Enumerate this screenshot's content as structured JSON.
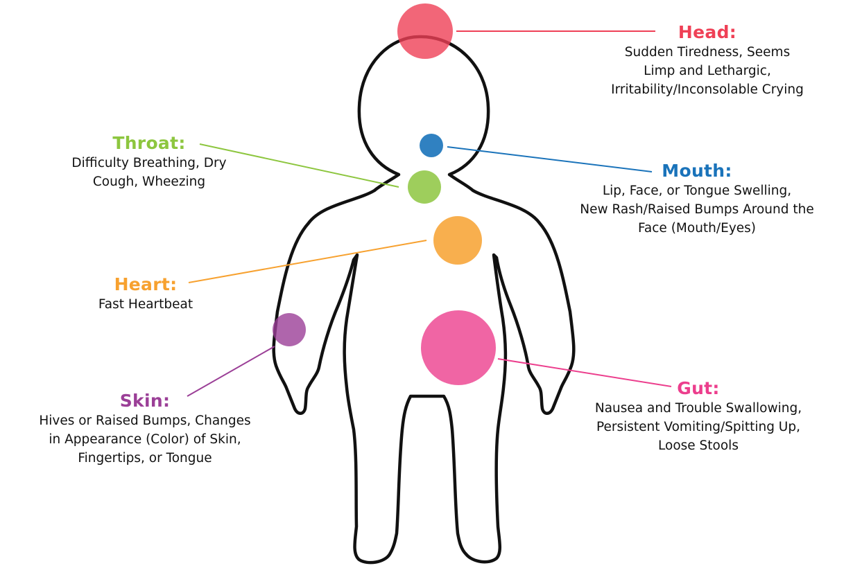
{
  "colors": {
    "head": "#ef4056",
    "mouth": "#1a73ba",
    "throat": "#8dc63f",
    "heart": "#f7a12f",
    "skin": "#9b3f97",
    "gut": "#ec3e8d",
    "outline": "#111111"
  },
  "labels": {
    "head": {
      "title": "Head:",
      "desc": "Sudden Tiredness, Seems\nLimp and Lethargic,\nIrritability/Inconsolable Crying"
    },
    "throat": {
      "title": "Throat:",
      "desc": "Difficulty Breathing, Dry\nCough, Wheezing"
    },
    "mouth": {
      "title": "Mouth:",
      "desc": "Lip, Face, or Tongue Swelling,\nNew Rash/Raised Bumps Around the\nFace (Mouth/Eyes)"
    },
    "heart": {
      "title": "Heart:",
      "desc": "Fast Heartbeat"
    },
    "skin": {
      "title": "Skin:",
      "desc": "Hives or Raised Bumps, Changes\nin Appearance (Color) of Skin,\nFingertips, or Tongue"
    },
    "gut": {
      "title": "Gut:",
      "desc": "Nausea and Trouble Swallowing,\nPersistent Vomiting/Spitting Up,\nLoose Stools"
    }
  }
}
